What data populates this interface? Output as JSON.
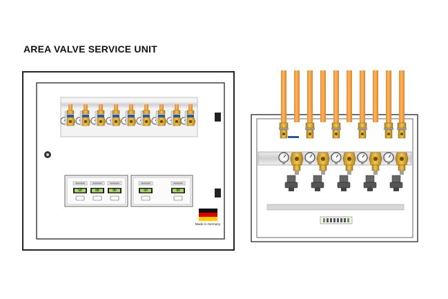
{
  "title": "AREA VALVE SERVICE UNIT",
  "left_unit": {
    "madein_label": "Made in Germany",
    "alarm_modules": [
      {
        "readings": [
          "50",
          "08",
          "90"
        ]
      },
      {
        "readings": [
          "50",
          "90"
        ]
      }
    ]
  },
  "colors": {
    "pipe": "#f5a04a",
    "brass": "#d8a52b",
    "frame": "#333333",
    "panel": "#f2f2f2",
    "display_green": "#a9d86b"
  },
  "icons": [
    "pressure-gauge-icon",
    "valve-icon",
    "german-flag-icon",
    "lock-icon",
    "sensor-icon"
  ]
}
